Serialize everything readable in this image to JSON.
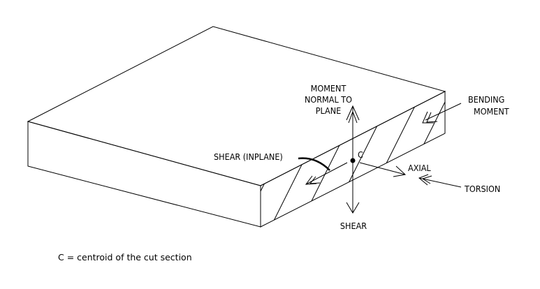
{
  "labels": {
    "moment_normal": [
      "MOMENT",
      "NORMAL TO",
      "PLANE"
    ],
    "bending_moment": [
      "BENDING",
      "MOMENT"
    ],
    "shear_inplane": "SHEAR (INPLANE)",
    "centroid": "C",
    "axial": "AXIAL",
    "torsion": "TORSION",
    "shear": "SHEAR"
  },
  "caption": "C = centroid of the cut section"
}
